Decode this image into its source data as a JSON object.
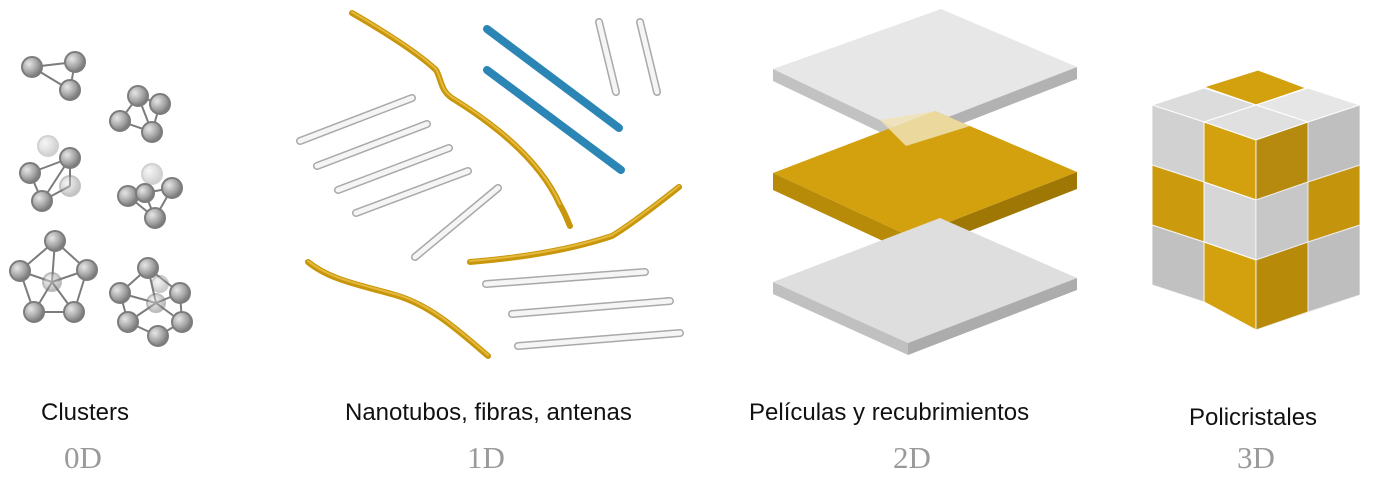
{
  "panels": [
    {
      "id": "0d",
      "name": "Clusters",
      "dimension": "0D"
    },
    {
      "id": "1d",
      "name": "Nanotubos, fibras, antenas",
      "dimension": "1D"
    },
    {
      "id": "2d",
      "name": "Películas y recubrimientos",
      "dimension": "2D"
    },
    {
      "id": "3d",
      "name": "Policristales",
      "dimension": "3D"
    }
  ],
  "colors": {
    "gold": "#d4a10e",
    "blue": "#2b86b6",
    "gray": "#d6d6d6",
    "atom": "#9c9c9c"
  }
}
